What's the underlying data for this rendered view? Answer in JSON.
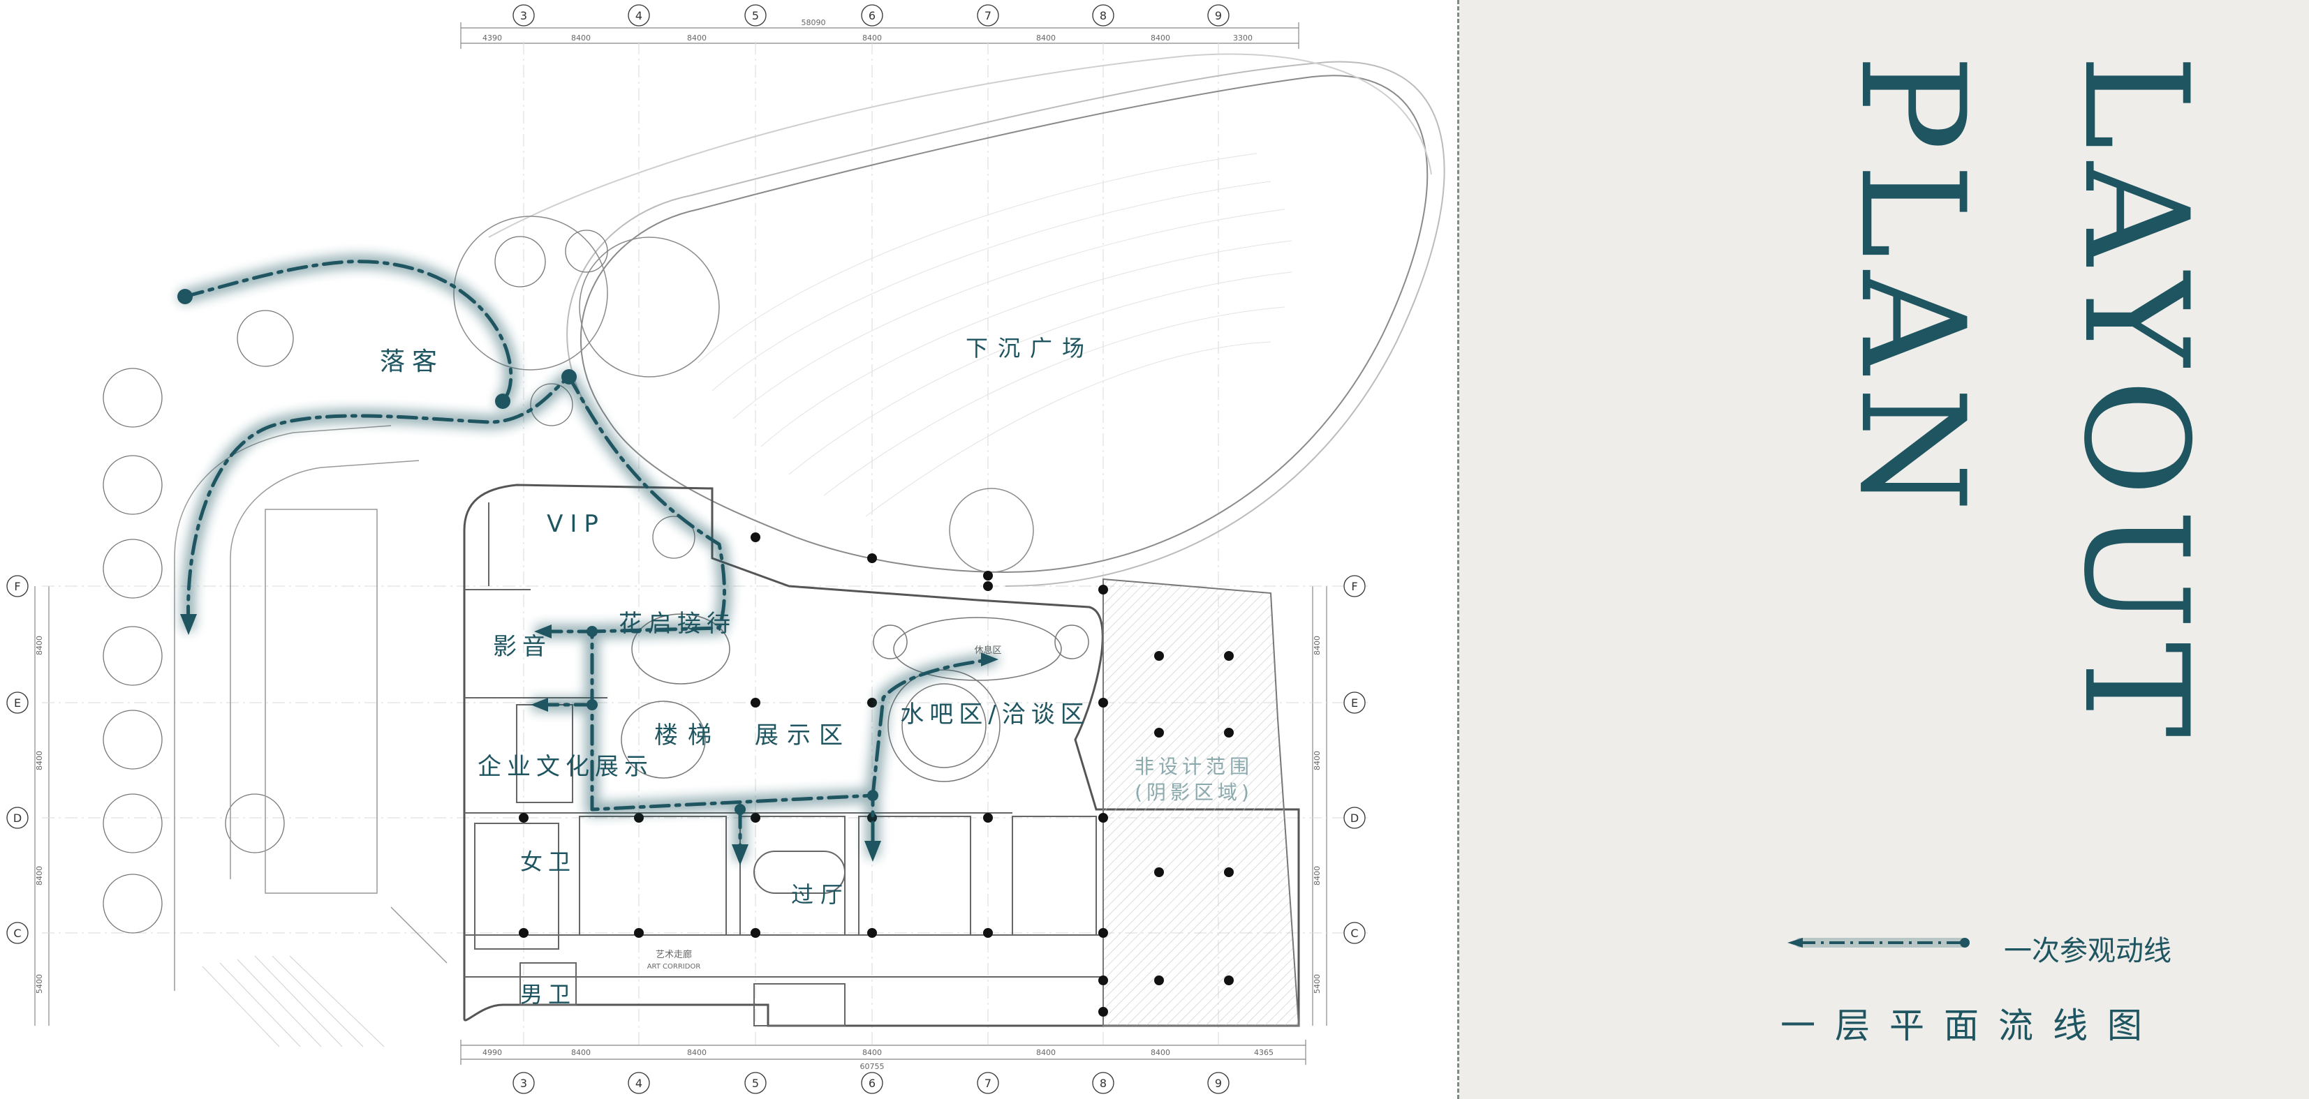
{
  "title": {
    "line1": "LAYOUT",
    "line2": "PLAN"
  },
  "subtitle": "一层平面流线图",
  "legend": {
    "label": "一次参观动线",
    "color": "#1e5560"
  },
  "rooms": {
    "luoke": "落客",
    "xiachen_guangchang": "下沉广场",
    "vip": "VIP",
    "huajing_jiedai": "花启接待",
    "yingyin": "影音",
    "louti": "楼梯",
    "zhanshiqu": "展示区",
    "shuiba_qiatan": "水吧区/洽谈区",
    "qiye_wenhua": "企业文化展示",
    "feisheji": "非设计范围",
    "feisheji_sub": "(阴影区域)",
    "guoting": "过厅",
    "nvwei": "女卫",
    "nanwei": "男卫",
    "xiuxiqu": "休息区"
  },
  "axes": {
    "columns": [
      "3",
      "4",
      "5",
      "6",
      "7",
      "8",
      "9"
    ],
    "rows": [
      "F",
      "E",
      "D",
      "C"
    ],
    "top_dims": [
      "4390",
      "8400",
      "8400",
      "8400",
      "8400",
      "8400",
      "3300"
    ],
    "top_total": "58090",
    "bottom_dims": [
      "4990",
      "8400",
      "8400",
      "8400",
      "8400",
      "8400",
      "4365"
    ],
    "bottom_total": "60755",
    "side_dims": [
      "8400",
      "8400",
      "8400",
      "5400"
    ]
  },
  "small_labels": {
    "art_corridor": "艺术走廊",
    "art_corridor_en": "ART CORRIDOR"
  },
  "colors": {
    "accent": "#1e5560",
    "panel_bg": "#eeedea",
    "line": "#555555"
  }
}
